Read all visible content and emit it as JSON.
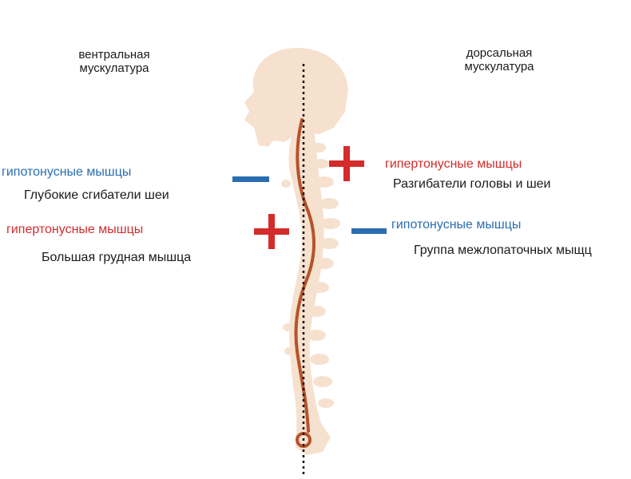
{
  "headers": {
    "ventral_line1": "вентральная",
    "ventral_line2": "мускулатура",
    "dorsal_line1": "дорсальная",
    "dorsal_line2": "мускулатура"
  },
  "left_upper": {
    "status": "гипотонусные мышцы",
    "muscle": "Глубокие сгибатели шеи",
    "sign": "minus",
    "status_color": "#2a6db0"
  },
  "left_lower": {
    "status": "гипертонусные мышцы",
    "muscle": "Большая грудная мышца",
    "sign": "plus",
    "status_color": "#d42b2b"
  },
  "right_upper": {
    "status": "гипертонусные мышцы",
    "muscle": "Разгибатели головы и шеи",
    "sign": "plus",
    "status_color": "#d42b2b"
  },
  "right_lower": {
    "status": "гипотонусные мышцы",
    "muscle": "Группа межлопаточных мыщц",
    "sign": "minus",
    "status_color": "#2a6db0"
  },
  "colors": {
    "skeleton": "#f6e1cf",
    "spine_curve": "#b5532b",
    "plus": "#d42b2b",
    "minus": "#2a6db0",
    "plumb_line": "#111111"
  }
}
